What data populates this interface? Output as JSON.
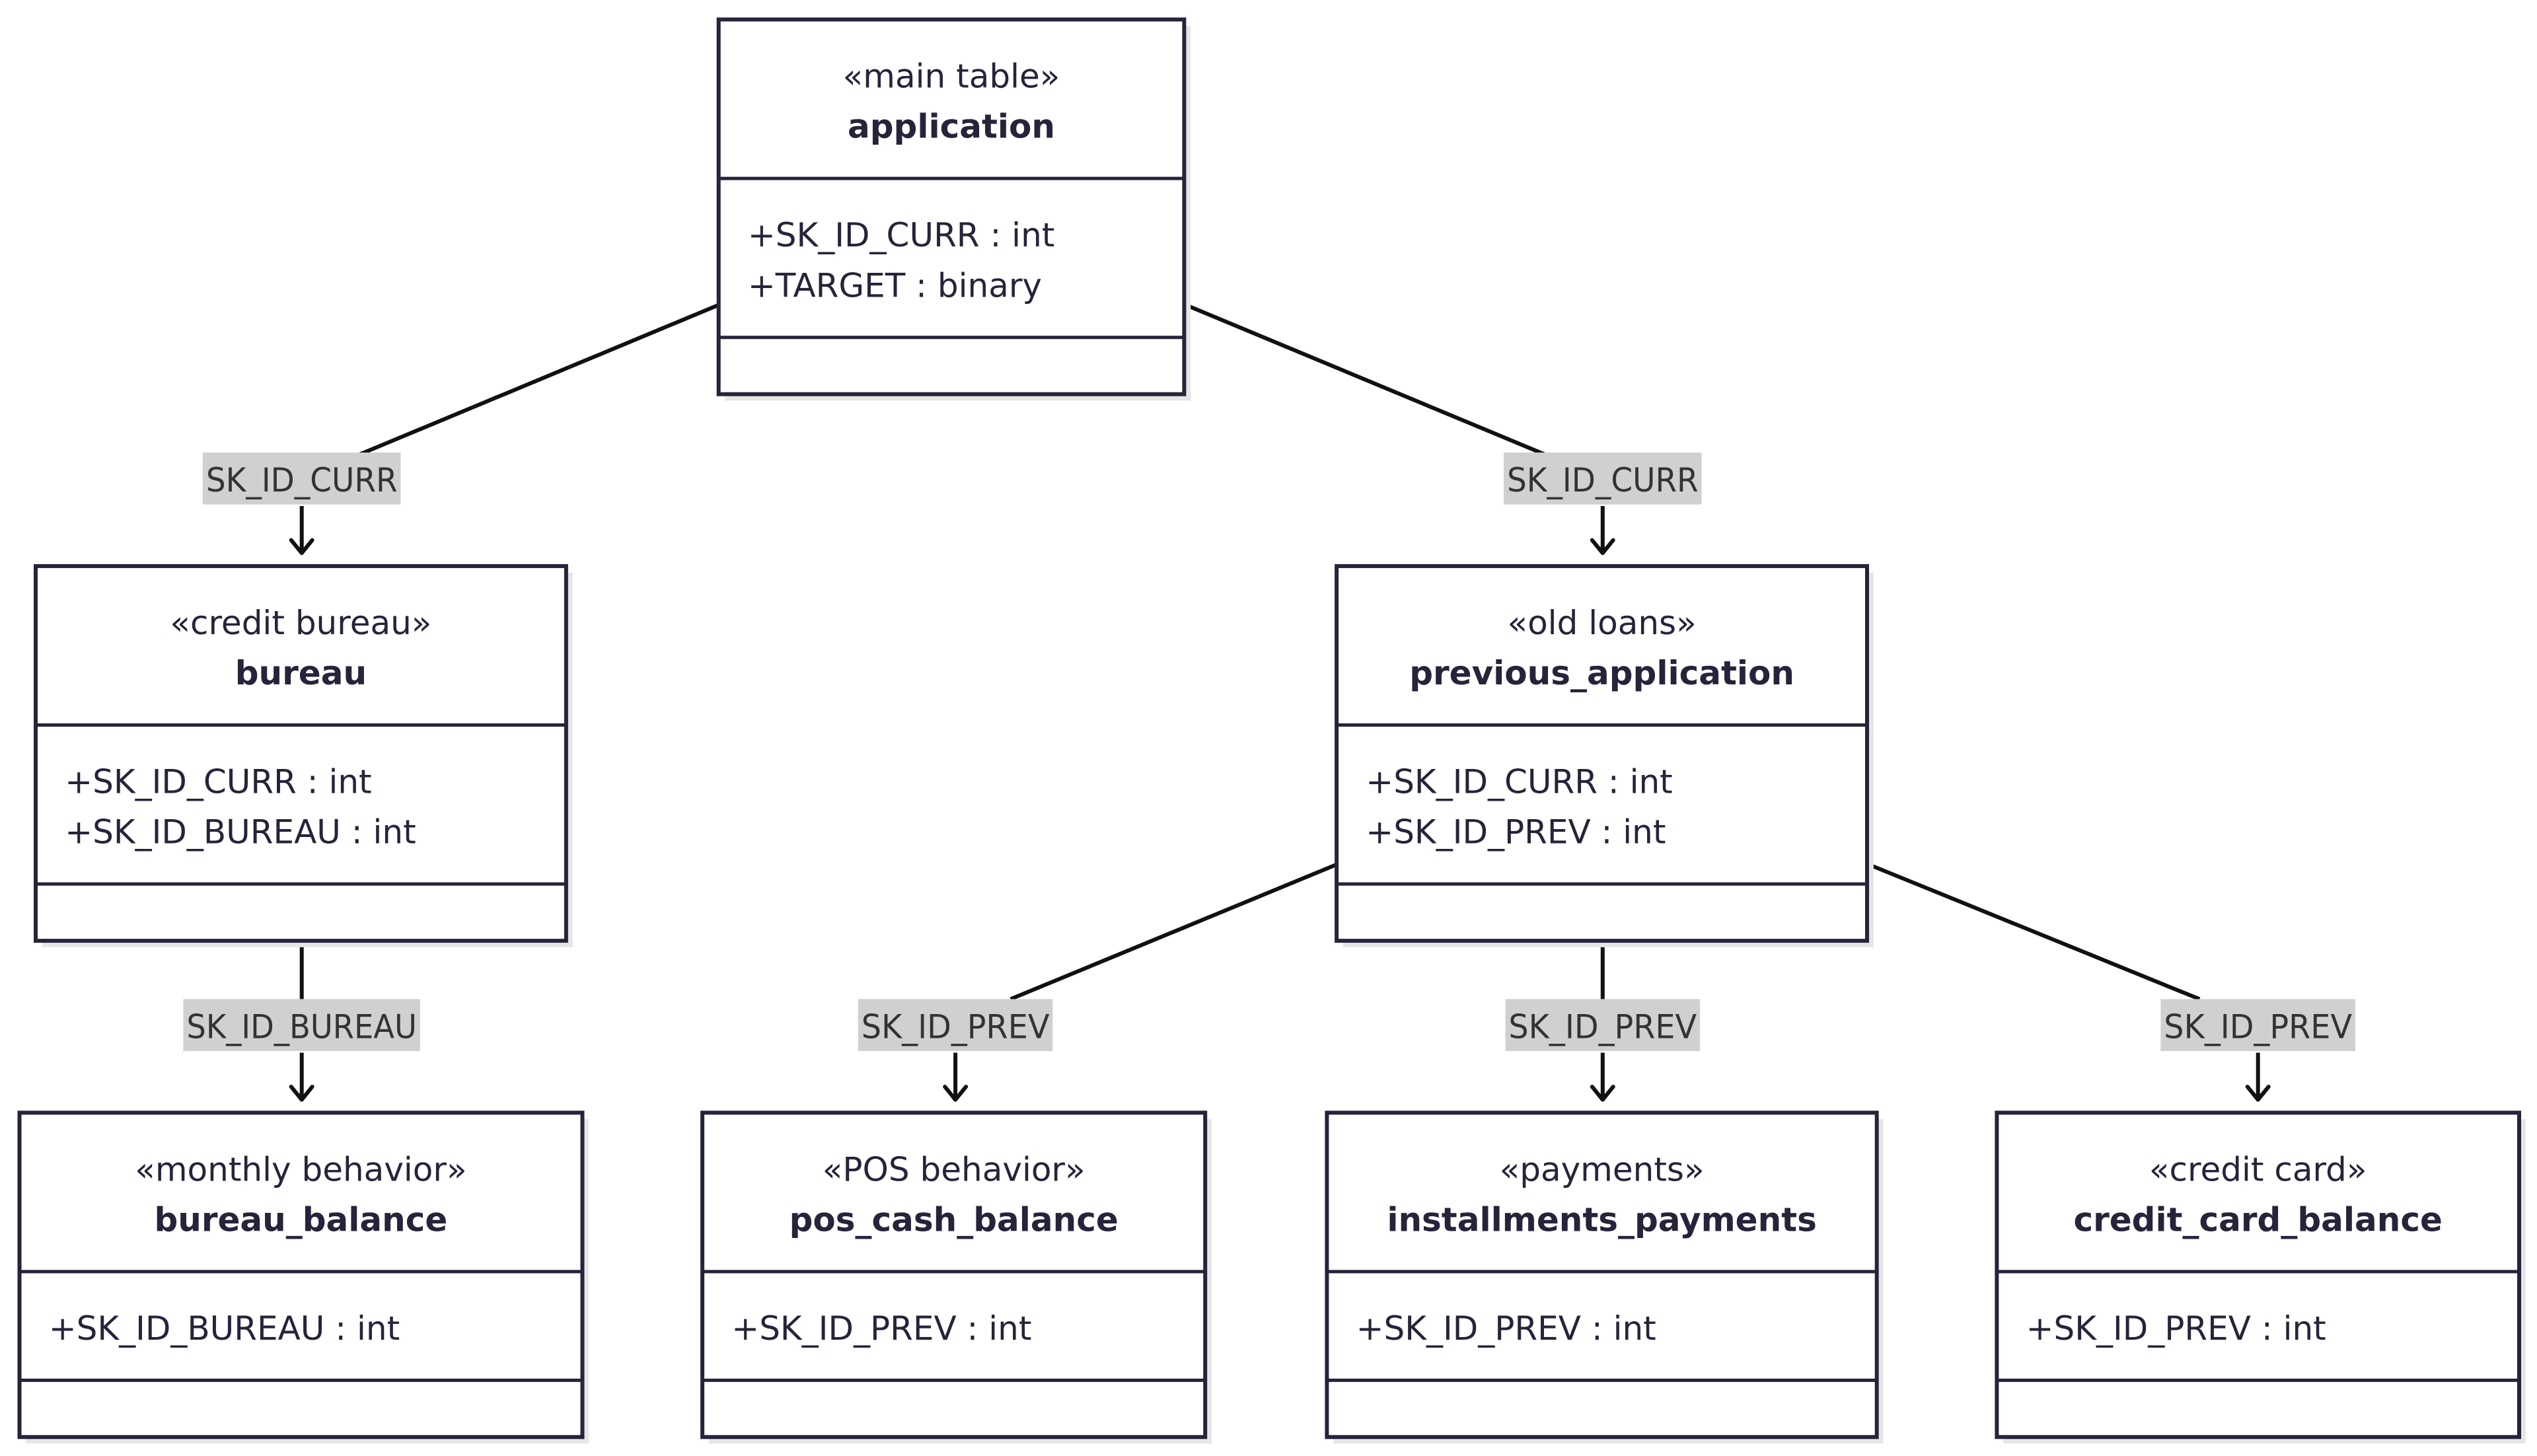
{
  "classes": [
    {
      "id": "application",
      "stereotype": "«main table»",
      "name": "application",
      "attributes": [
        "+SK_ID_CURR : int",
        "+TARGET : binary"
      ]
    },
    {
      "id": "bureau",
      "stereotype": "«credit bureau»",
      "name": "bureau",
      "attributes": [
        "+SK_ID_CURR : int",
        "+SK_ID_BUREAU : int"
      ]
    },
    {
      "id": "previous_application",
      "stereotype": "«old loans»",
      "name": "previous_application",
      "attributes": [
        "+SK_ID_CURR : int",
        "+SK_ID_PREV : int"
      ]
    },
    {
      "id": "bureau_balance",
      "stereotype": "«monthly behavior»",
      "name": "bureau_balance",
      "attributes": [
        "+SK_ID_BUREAU : int"
      ]
    },
    {
      "id": "pos_cash_balance",
      "stereotype": "«POS behavior»",
      "name": "pos_cash_balance",
      "attributes": [
        "+SK_ID_PREV : int"
      ]
    },
    {
      "id": "installments_payments",
      "stereotype": "«payments»",
      "name": "installments_payments",
      "attributes": [
        "+SK_ID_PREV : int"
      ]
    },
    {
      "id": "credit_card_balance",
      "stereotype": "«credit card»",
      "name": "credit_card_balance",
      "attributes": [
        "+SK_ID_PREV : int"
      ]
    }
  ],
  "relations": [
    {
      "from": "application",
      "to": "bureau",
      "label": "SK_ID_CURR"
    },
    {
      "from": "application",
      "to": "previous_application",
      "label": "SK_ID_CURR"
    },
    {
      "from": "bureau",
      "to": "bureau_balance",
      "label": "SK_ID_BUREAU"
    },
    {
      "from": "previous_application",
      "to": "pos_cash_balance",
      "label": "SK_ID_PREV"
    },
    {
      "from": "previous_application",
      "to": "installments_payments",
      "label": "SK_ID_PREV"
    },
    {
      "from": "previous_application",
      "to": "credit_card_balance",
      "label": "SK_ID_PREV"
    }
  ]
}
